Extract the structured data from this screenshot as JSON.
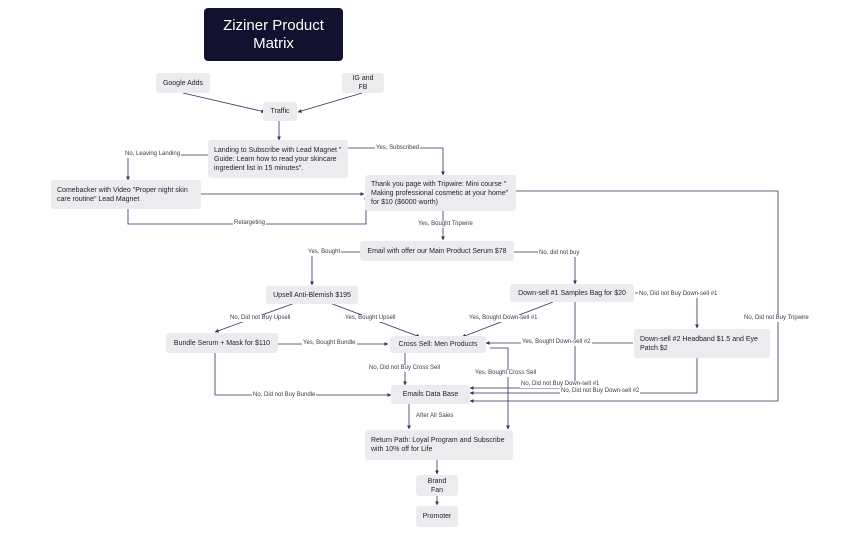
{
  "title": "Ziziner Product Matrix",
  "nodes": {
    "google_ads": "Google Adds",
    "ig_fb": "IG and FB",
    "traffic": "Traffic",
    "landing": "Landing to Subscribe with Lead Magnet \" Guide: Learn how to read your skincare ingredient list in 15 minutes\".",
    "comebacker": "Comebacker with Video \"Proper night skin care routine\" Lead Magnet",
    "thank_you": "Thank you page with Tripwire: Mini course \" Making professional cosmetic at your home\" for $10 ($6000 worth)",
    "email_offer": "Email with offer our Main Product Serum $78",
    "upsell": "Upsell Anti-Blemish $195",
    "downsell1": "Down-sell #1 Samples Bag for $20",
    "bundle": "Bundle Serum + Mask for $110",
    "cross_sell": "Cross Sell: Men Products",
    "downsell2": "Down-sell #2 Headband $1.5 and Eye Patch $2",
    "emails_db": "Emails Data Base",
    "return_path": "Return Path: Loyal Program and Subscribe with 10% off for Life",
    "brand_fan": "Brand Fan",
    "promoter": "Promoter"
  },
  "edge_labels": {
    "no_leaving_landing": "No, Leaving Landing",
    "yes_subscribed": "Yes, Subscribed",
    "retargeting": "Retargeting",
    "yes_bought_tripwire": "Yes, Bought Tripwire",
    "yes_bought": "Yes, Bought",
    "no_did_not_buy": "No, did not buy",
    "no_did_not_buy_upsell": "No, Did not Buy Upsell",
    "yes_bought_upsell": "Yes, Bought Upsell",
    "yes_bought_downsell1": "Yes, Bought Down-sell #1",
    "no_did_not_buy_downsell1_top": "No, Did not Buy Down-sell #1",
    "no_did_not_buy_tripwire": "No, Did not Buy Tripwire",
    "yes_bought_bundle": "Yes, Bought Bundle",
    "yes_bought_downsell2": "Yes, Bought Down-sell #2",
    "no_did_not_buy_cross_sell": "No, Did not Buy Cross Sell",
    "yes_bought_cross_sell": "Yes, Bought Cross Sell",
    "no_did_not_buy_downsell1": "No, Did not Buy Down-sell #1",
    "no_did_not_buy_downsell2": "No, Did not Buy Down-sell #2",
    "no_did_not_buy_bundle": "No, Did not Buy Bundle",
    "after_all_sales": "After All Sales"
  },
  "colors": {
    "title_bg": "#12122e",
    "node_bg": "#ececee",
    "line": "#2d3558"
  }
}
